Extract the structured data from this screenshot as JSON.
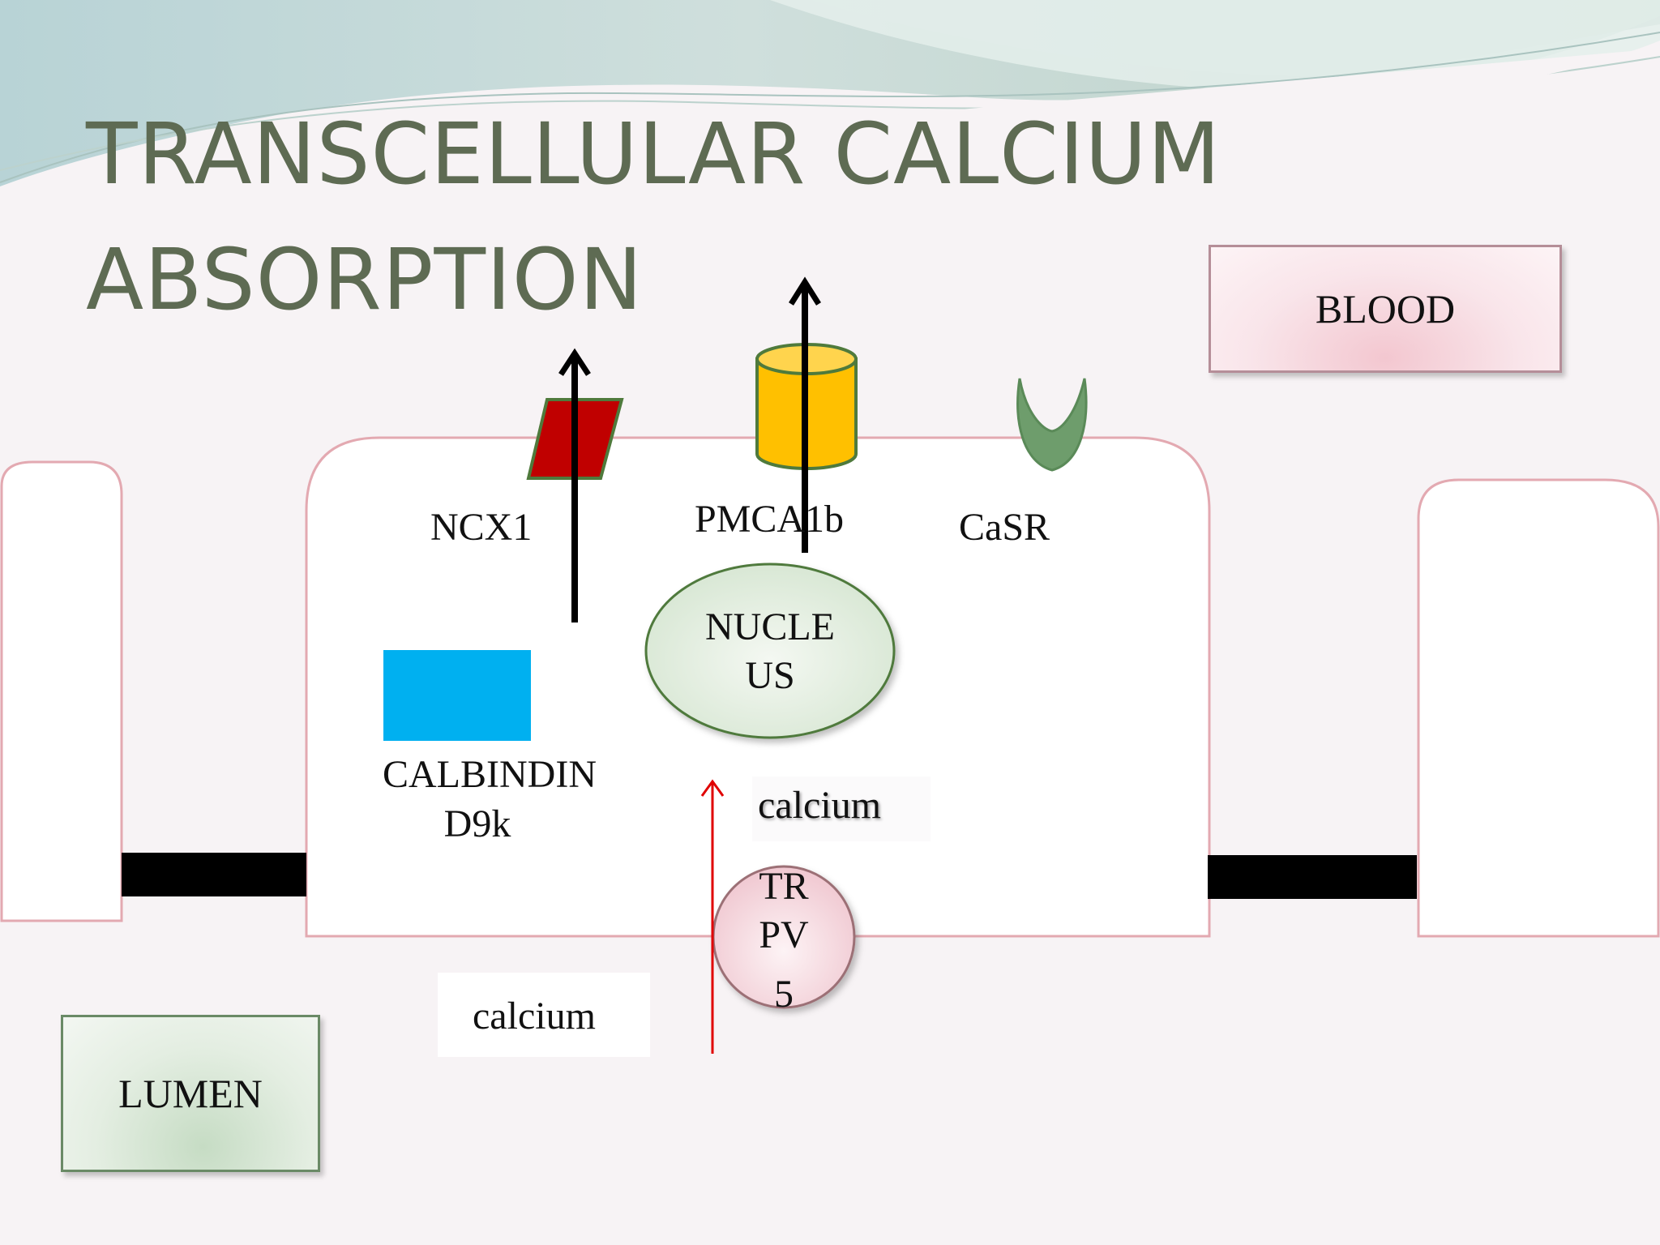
{
  "title": {
    "line1": "TRANSCELLULAR CALCIUM",
    "line2": "ABSORPTION"
  },
  "boxes": {
    "blood": "BLOOD",
    "lumen": "LUMEN"
  },
  "labels": {
    "ncx1": "NCX1",
    "pmca1b": "PMCA1b",
    "casr": "CaSR",
    "nucleus_line1": "NUCLE",
    "nucleus_line2": "US",
    "calbindin_line1": "CALBINDIN",
    "calbindin_line2": "D9k",
    "calcium_inside": "calcium",
    "calcium_lumen": "calcium",
    "trpv_line1": "TR",
    "trpv_line2": "PV",
    "trpv_line3": "5"
  },
  "colors": {
    "title": "#5e6b53",
    "ncx1": "#c00000",
    "pmca1b": "#ffc000",
    "casr": "#6e9d6c",
    "calbindin": "#00b0f0",
    "cell_outline": "#e3a9b1",
    "tight_junction": "#000000",
    "calcium_arrow": "#e00000"
  }
}
